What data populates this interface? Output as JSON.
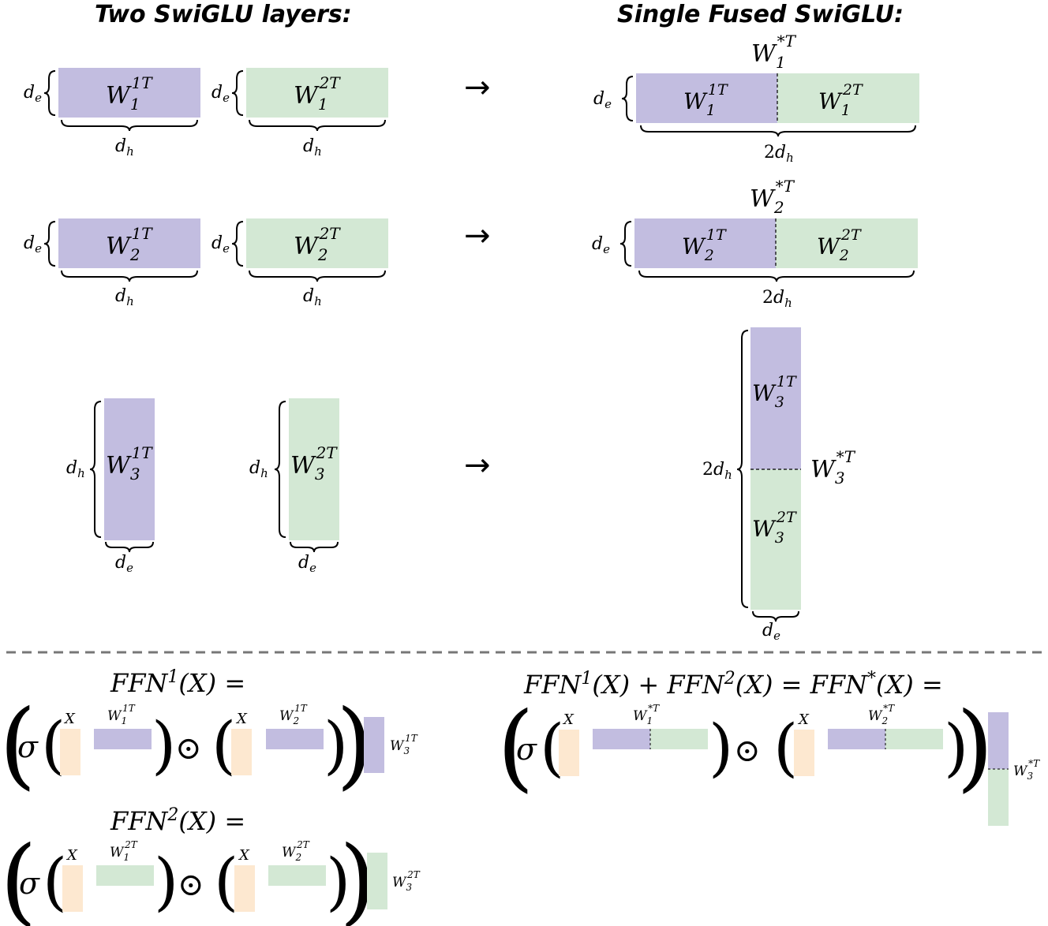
{
  "headers": {
    "left": "Two SwiGLU layers:",
    "right": "Single Fused SwiGLU:"
  },
  "colors": {
    "purple": "#c2bde0",
    "green": "#d3e8d4",
    "orange": "#fde8d0",
    "ink": "#000000",
    "divider": "#777777"
  },
  "labels": {
    "W": "W",
    "sub1": "1",
    "sub2": "2",
    "sub3": "3",
    "sup1T": "1T",
    "sup2T": "2T",
    "supStarT": "*T",
    "d": "d",
    "e": "e",
    "h": "h",
    "two": "2",
    "X": "X",
    "sigma": "σ",
    "odot": "⊙",
    "lparen": "(",
    "rparen": ")",
    "arrow": "→"
  },
  "equations": {
    "ffn1": {
      "pre": "FFN",
      "sup": "1",
      "post": "(X) ="
    },
    "ffn2": {
      "pre": "FFN",
      "sup": "2",
      "post": "(X) ="
    },
    "fused": {
      "a": "FFN",
      "a_sup": "1",
      "b": "(X) + FFN",
      "b_sup": "2",
      "c": "(X) = FFN",
      "c_sup": "*",
      "d": "(X) ="
    }
  }
}
